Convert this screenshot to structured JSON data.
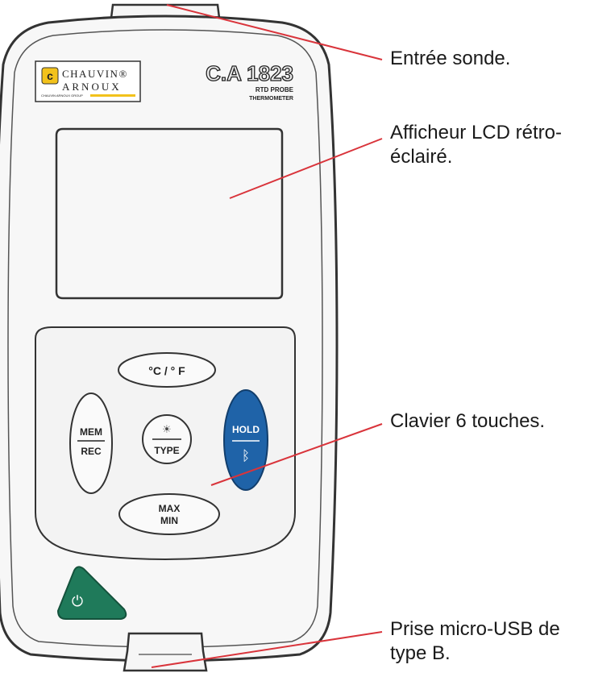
{
  "brand": {
    "line1": "CHAUVIN®",
    "line2": "ARNOUX",
    "tagline": "CHAUVIN ARNOUX GROUP"
  },
  "model": {
    "name": "C.A 1823",
    "line1": "RTD PROBE",
    "line2": "THERMOMETER"
  },
  "keys": {
    "unit": "°C / ° F",
    "mem": "MEM",
    "rec": "REC",
    "backlight_symbol": "☀",
    "type": "TYPE",
    "hold": "HOLD",
    "bluetooth_symbol": "ᛒ",
    "max": "MAX",
    "min": "MIN",
    "power_symbol": "⏻"
  },
  "callouts": {
    "probe_input": "Entrée sonde.",
    "lcd": "Afficheur LCD rétro-\néclairé.",
    "keypad": "Clavier 6 touches.",
    "usb": "Prise micro-USB de\ntype B."
  },
  "colors": {
    "outline": "#333333",
    "leader": "#d9343b",
    "hold_key": "#1f63a8",
    "power_key": "#1f7a5a",
    "logo_yellow": "#f2c21b"
  }
}
